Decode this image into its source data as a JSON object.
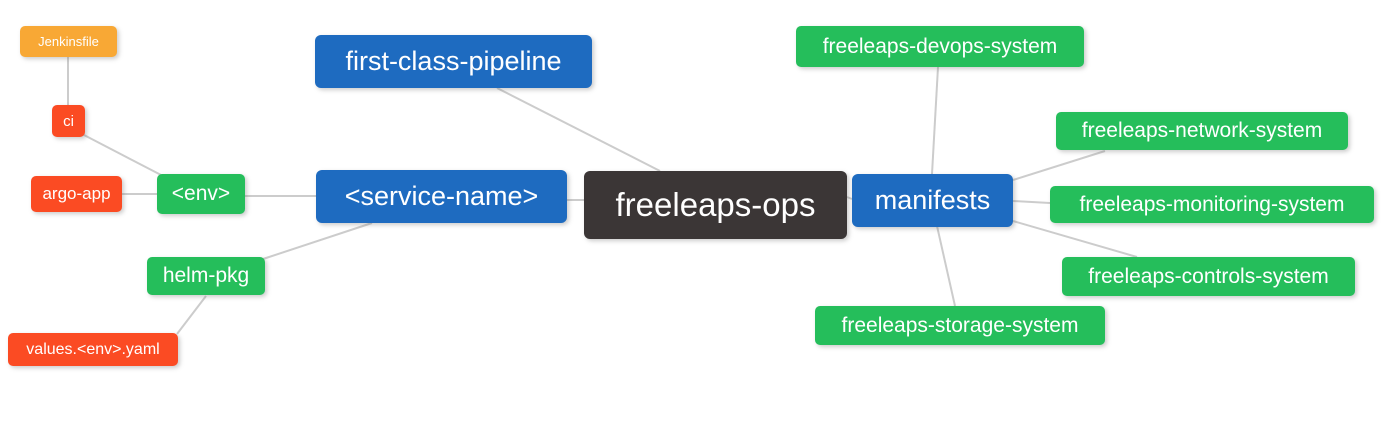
{
  "diagram": {
    "type": "mindmap",
    "root_label": "freeleaps-ops",
    "colors": {
      "root_bg": "#3B3636",
      "branch_bg": "#1E6BC0",
      "green_bg": "#25BE5B",
      "red_bg": "#FB4B23",
      "orange_bg": "#F8A835",
      "text": "#FFFFFF",
      "edge": "#CCCCCC",
      "background": "#FFFFFF"
    },
    "nodes": [
      {
        "id": "root",
        "label": "freeleaps-ops",
        "role": "root",
        "parent": null
      },
      {
        "id": "first-class-pipeline",
        "label": "first-class-pipeline",
        "role": "branch",
        "parent": "root"
      },
      {
        "id": "service-name",
        "label": "<service-name>",
        "role": "branch",
        "parent": "root"
      },
      {
        "id": "manifests",
        "label": "manifests",
        "role": "branch",
        "parent": "root"
      },
      {
        "id": "env",
        "label": "<env>",
        "role": "leaf-green",
        "parent": "service-name"
      },
      {
        "id": "helm-pkg",
        "label": "helm-pkg",
        "role": "leaf-green",
        "parent": "service-name"
      },
      {
        "id": "ci",
        "label": "ci",
        "role": "leaf-red",
        "parent": "env"
      },
      {
        "id": "argo-app",
        "label": "argo-app",
        "role": "leaf-red",
        "parent": "env"
      },
      {
        "id": "jenkinsfile",
        "label": "Jenkinsfile",
        "role": "leaf-orange",
        "parent": "ci"
      },
      {
        "id": "values-env-yaml",
        "label": "values.<env>.yaml",
        "role": "leaf-red",
        "parent": "helm-pkg"
      },
      {
        "id": "devops-system",
        "label": "freeleaps-devops-system",
        "role": "leaf-green",
        "parent": "manifests"
      },
      {
        "id": "network-system",
        "label": "freeleaps-network-system",
        "role": "leaf-green",
        "parent": "manifests"
      },
      {
        "id": "monitoring-system",
        "label": "freeleaps-monitoring-system",
        "role": "leaf-green",
        "parent": "manifests"
      },
      {
        "id": "controls-system",
        "label": "freeleaps-controls-system",
        "role": "leaf-green",
        "parent": "manifests"
      },
      {
        "id": "storage-system",
        "label": "freeleaps-storage-system",
        "role": "leaf-green",
        "parent": "manifests"
      }
    ]
  }
}
